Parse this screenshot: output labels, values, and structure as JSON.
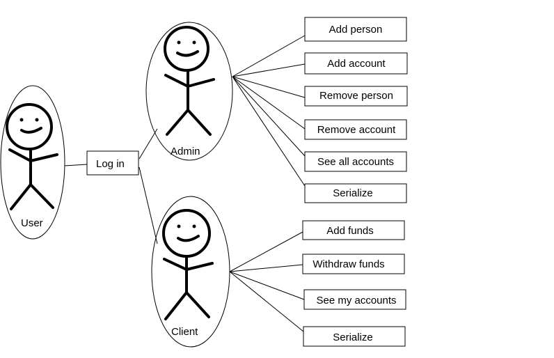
{
  "actors": {
    "user": "User",
    "admin": "Admin",
    "client": "Client"
  },
  "login": "Log in",
  "admin_actions": [
    "Add person",
    "Add account",
    "Remove person",
    "Remove account",
    "See all accounts",
    "Serialize"
  ],
  "client_actions": [
    "Add funds",
    "Withdraw funds",
    "See my accounts",
    "Serialize"
  ]
}
